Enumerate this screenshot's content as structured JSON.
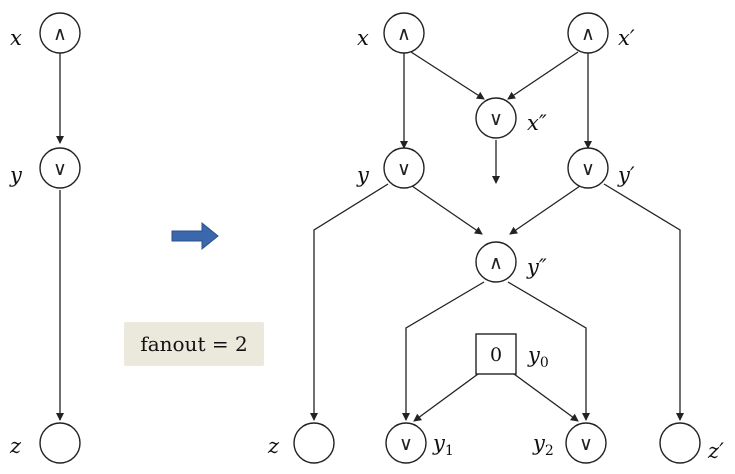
{
  "left_circuit": {
    "nodes": [
      {
        "id": "x",
        "op": "∧",
        "label": "x",
        "prime": ""
      },
      {
        "id": "y",
        "op": "∨",
        "label": "y",
        "prime": ""
      },
      {
        "id": "z",
        "op": "",
        "label": "z",
        "prime": ""
      }
    ]
  },
  "transform_arrow": {
    "color": "#3b68ad"
  },
  "fanout_label": "fanout = 2",
  "right_circuit": {
    "nodes": [
      {
        "id": "rx",
        "op": "∧",
        "label": "x",
        "prime": ""
      },
      {
        "id": "rxp",
        "op": "∧",
        "label": "x",
        "prime": "′"
      },
      {
        "id": "rxpp",
        "op": "∨",
        "label": "x",
        "prime": "″"
      },
      {
        "id": "ry",
        "op": "∨",
        "label": "y",
        "prime": ""
      },
      {
        "id": "ryp",
        "op": "∨",
        "label": "y",
        "prime": "′"
      },
      {
        "id": "rypp",
        "op": "∧",
        "label": "y",
        "prime": "″"
      },
      {
        "id": "ry0",
        "op": "0",
        "label": "y",
        "sub": "0"
      },
      {
        "id": "rz",
        "op": "",
        "label": "z",
        "prime": ""
      },
      {
        "id": "ry1",
        "op": "∨",
        "label": "y",
        "sub": "1"
      },
      {
        "id": "ry2",
        "op": "∨",
        "label": "y",
        "sub": "2"
      },
      {
        "id": "rzp",
        "op": "",
        "label": "z",
        "prime": "′"
      }
    ]
  }
}
